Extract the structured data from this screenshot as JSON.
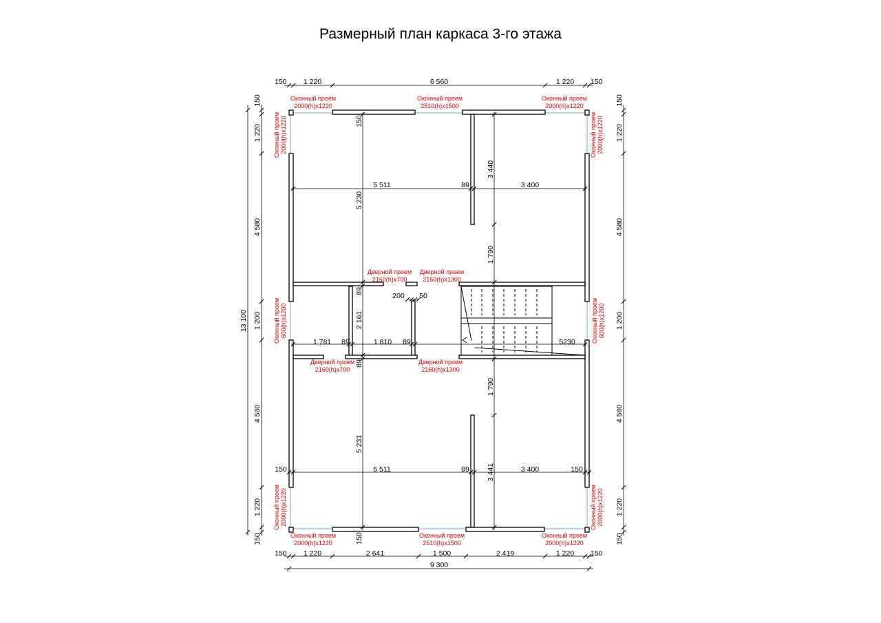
{
  "title": "Размерный план каркаса 3-го этажа",
  "window_label": "Оконный проем",
  "door_label": "Дверной проем",
  "sizes": {
    "win_2000x1220": "2000(h)x1220",
    "win_2510x1500": "2510(h)x1500",
    "win_600x1200": "600(h)x1200",
    "door_2160x700": "2160(h)x700",
    "door_2160x1300": "2160(h)x1300"
  },
  "dims": {
    "top": [
      "150",
      "1 220",
      "6 560",
      "1 220",
      "150"
    ],
    "bottom": [
      "150",
      "1 220",
      "2 641",
      "1 500",
      "2 419",
      "1 220",
      "150"
    ],
    "total_width": "9 300",
    "left": [
      "150",
      "1 220",
      "4 580",
      "1 200",
      "4 580",
      "1 220",
      "150"
    ],
    "total_height": "13 100",
    "right": [
      "150",
      "1 220",
      "4 580",
      "1 200",
      "4 580",
      "1 220",
      "150"
    ],
    "upper_row": [
      "5 511",
      "89",
      "3 400"
    ],
    "lower_row": [
      "150",
      "5 511",
      "89",
      "3 400",
      "150"
    ],
    "mid_row": [
      "1 781",
      "89",
      "1 810",
      "89",
      "5230"
    ],
    "vertical_left": [
      "150",
      "5 230",
      "89",
      "2 161",
      "89",
      "5 231",
      "150"
    ],
    "vertical_right": [
      "3 440",
      "1 790",
      "1 790",
      "3 441"
    ],
    "small": [
      "200",
      "50"
    ]
  }
}
